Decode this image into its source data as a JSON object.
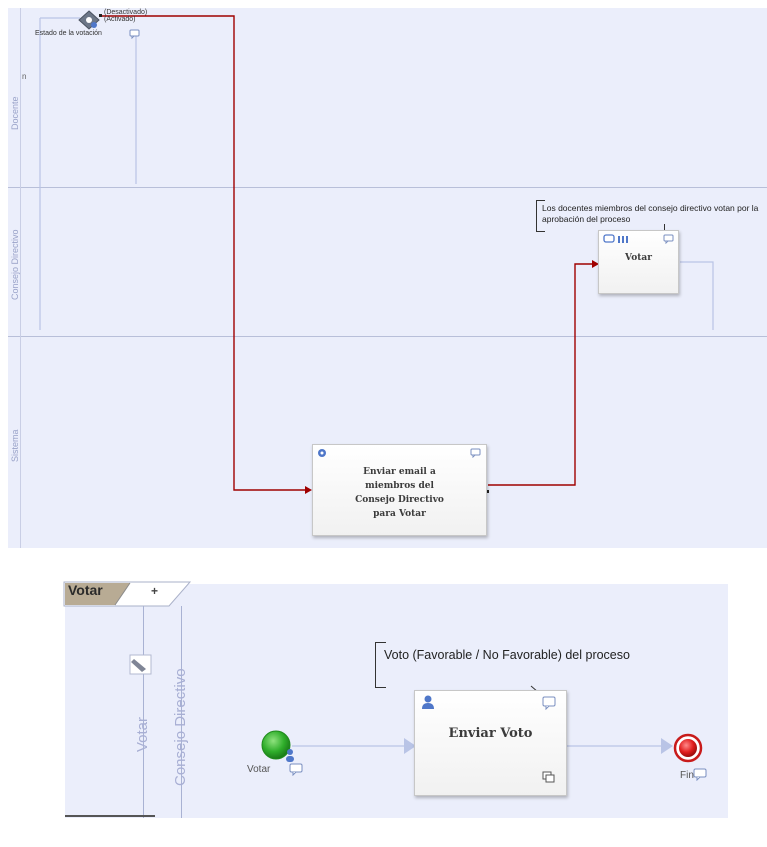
{
  "top_diagram": {
    "lanes": [
      "Docente",
      "Consejo Directivo",
      "Sistema"
    ],
    "gateway_label": "Estado de la votación",
    "branch_labels": [
      "(Desactivado)",
      "(Activado)"
    ],
    "stray_text": "n",
    "annotation": "Los docentes miembros del consejo directivo votan por la aprobación del proceso",
    "task_votar": "Votar",
    "task_email": "Enviar email a miembros del Consejo Directivo para Votar",
    "colors": {
      "flow": "#a00000",
      "lane_bg": "#ebeefb",
      "lane_border": "#b8bfd9"
    }
  },
  "bottom_diagram": {
    "tab_label": "Votar",
    "tab_add": "+",
    "pool_label": "Votar",
    "lane_label": "Consejo Directivo",
    "start_event_label": "Votar",
    "annotation": "Voto (Favorable / No Favorable) del proceso",
    "task_label": "Enviar Voto",
    "end_event_label": "Fin"
  }
}
